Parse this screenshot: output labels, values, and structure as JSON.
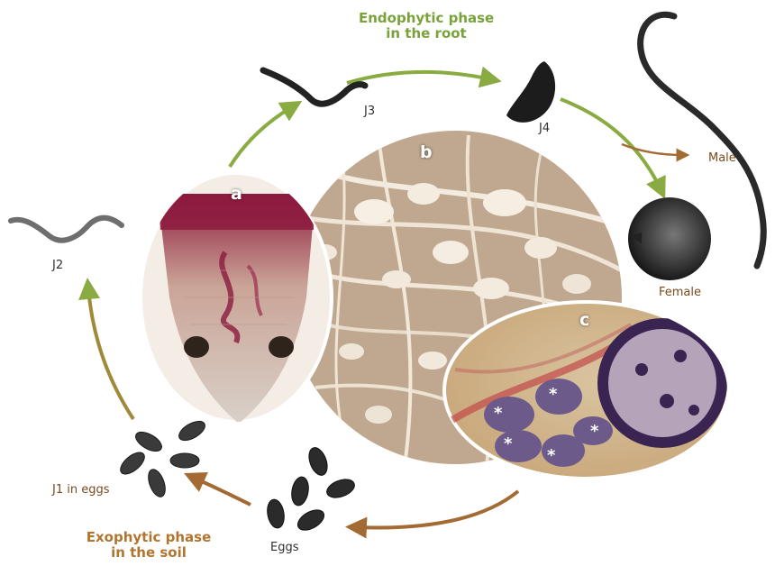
{
  "phases": {
    "endophytic": {
      "line1": "Endophytic phase",
      "line2": "in the root"
    },
    "exophytic": {
      "line1": "Exophytic phase",
      "line2": "in the soil"
    }
  },
  "stages": {
    "j1": "J1 in eggs",
    "j2": "J2",
    "j3": "J3",
    "j4": "J4",
    "male": "Male",
    "female": "Female",
    "eggs": "Eggs"
  },
  "panels": {
    "a": "a",
    "b": "b",
    "c": "c"
  },
  "asterisk": "*",
  "colors": {
    "arrow_green": "#8aab42",
    "arrow_brown": "#a46a33",
    "label_brown": "#7a4a1e",
    "nematode": "#1e1e1e"
  }
}
